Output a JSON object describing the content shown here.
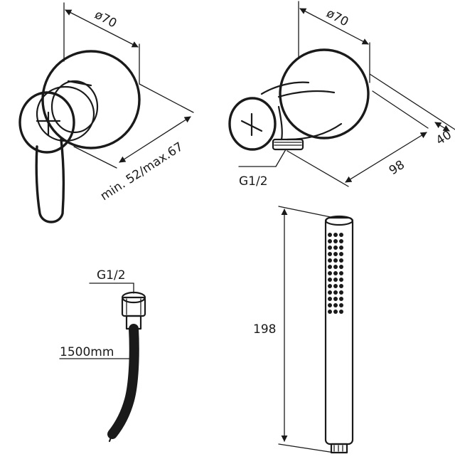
{
  "labels": {
    "mixer_diameter": "ø70",
    "mixer_depth": "min. 52/max.67",
    "outlet_diameter": "ø70",
    "outlet_depth": "40",
    "outlet_length": "98",
    "outlet_thread": "G1/2",
    "hose_thread": "G1/2",
    "hose_length": "1500mm",
    "shower_height": "198"
  },
  "colors": {
    "line": "#1a1a1a",
    "background": "#ffffff"
  }
}
